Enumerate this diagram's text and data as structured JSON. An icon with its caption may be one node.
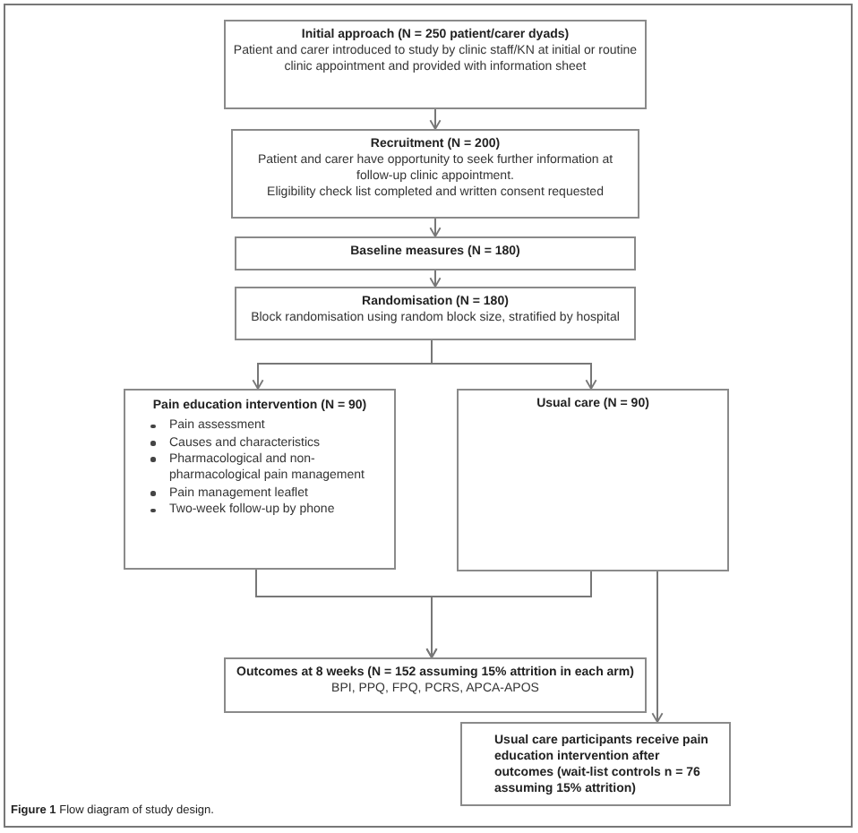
{
  "diagram": {
    "caption": "**Figure 1** Flow diagram of study design.",
    "nodes": [
      {
        "text": [
          "Initial approach (N = 250 patient/carer dyads)",
          "Patient and carer introduced to study by clinic staff/KN at initial or routine clinic appointment and provided with information sheet"
        ]
      },
      {
        "text": [
          "Recruitment (N = 200)",
          "Patient and carer have opportunity to seek further information at follow-up clinic appointment.",
          "Eligibility check list completed and written consent requested"
        ]
      },
      {
        "text": [
          "Baseline measures (N = 180)"
        ]
      },
      {
        "text": [
          "Randomisation (N = 180)",
          "Block randomisation using random block size, stratified by hospital"
        ]
      },
      {
        "text": [
          "Pain education intervention (N = 90)",
          "Pain assessment",
          "Causes and characteristics",
          "Pharmacological and non-pharmacological pain management",
          "Pain management leaflet",
          "Two-week follow-up by phone"
        ]
      },
      {
        "text": [
          "Usual care (N = 90)"
        ]
      },
      {
        "text": [
          "Outcomes at 8 weeks (N = 152 assuming 15% attrition in each arm)",
          "BPI, PPQ, FPQ, PCRS, APCA-APOS"
        ]
      },
      {
        "text": [
          "Usual care participants receive pain education intervention after outcomes (wait-list controls n = 76 assuming 15% attrition)"
        ]
      }
    ],
    "edges": [
      {
        "from": 0,
        "to": 1,
        "arrow": "to"
      },
      {
        "from": 1,
        "to": 2,
        "arrow": "to"
      },
      {
        "from": 2,
        "to": 3,
        "arrow": "to"
      },
      {
        "from": 3,
        "to": 4,
        "arrow": "to"
      },
      {
        "from": 3,
        "to": 5,
        "arrow": "to"
      },
      {
        "from": 4,
        "to": 6,
        "arrow": "to"
      },
      {
        "from": 5,
        "to": 6,
        "arrow": "to"
      },
      {
        "from": 5,
        "to": 7,
        "arrow": "to"
      }
    ]
  }
}
